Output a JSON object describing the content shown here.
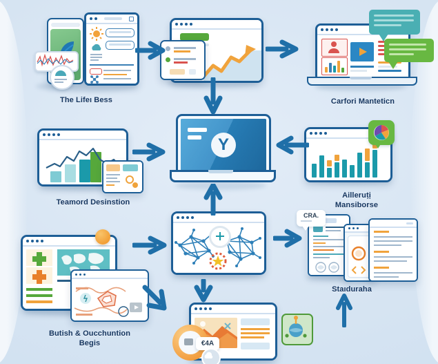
{
  "diagram": {
    "title_present": false,
    "background_color": "#dce8f4",
    "arrow_color": "#1f6fa8",
    "node_border_color": "#1d5e96",
    "labels": {
      "top_left": "The Lifeı Bess",
      "top_right": "Carfori Manteticn",
      "mid_left": "Teamord Desinstion",
      "mid_right_line1": "Ailleruṭị",
      "mid_right_line2": "Mansiborse",
      "bottom_left_line1": "Butish & Oucchuntion",
      "bottom_left_line2": "Begis",
      "bottom_right": "Staıduraha"
    },
    "badges": {
      "doc_bubble": "CRA.",
      "media_badge": "€4A",
      "center_logo": "Y"
    },
    "nodes": [
      {
        "id": "node-top-left",
        "name": "data-collection-devices",
        "label": "The Lifeı Bess"
      },
      {
        "id": "node-top-center",
        "name": "growth-analytics-window",
        "label": ""
      },
      {
        "id": "node-top-right",
        "name": "content-laptop-chat",
        "label": "Carfori Manteticn"
      },
      {
        "id": "node-mid-left",
        "name": "chart-dashboard-window",
        "label": "Teamord Desinstion"
      },
      {
        "id": "node-center",
        "name": "central-platform-laptop",
        "label": ""
      },
      {
        "id": "node-mid-right",
        "name": "bar-metrics-window",
        "label": "Ailleruṭị Mansiborse"
      },
      {
        "id": "node-bottom-left",
        "name": "map-research-window",
        "label": "Butish & Oucchuntion Begis"
      },
      {
        "id": "node-bottom-center",
        "name": "network-graph-window",
        "label": ""
      },
      {
        "id": "node-bottom-media",
        "name": "media-publishing-window",
        "label": ""
      },
      {
        "id": "node-bottom-right",
        "name": "documents-stack",
        "label": "Staıduraha"
      }
    ],
    "arrows": [
      {
        "name": "arrow-top-left-to-top-center",
        "direction": "right"
      },
      {
        "name": "arrow-top-center-to-top-right",
        "direction": "right"
      },
      {
        "name": "arrow-top-center-to-center",
        "direction": "down"
      },
      {
        "name": "arrow-mid-left-to-center",
        "direction": "right"
      },
      {
        "name": "arrow-mid-right-to-center",
        "direction": "left"
      },
      {
        "name": "arrow-bottom-center-to-center",
        "direction": "up"
      },
      {
        "name": "arrow-bottom-left-to-bottom-center",
        "direction": "right"
      },
      {
        "name": "arrow-bottom-center-to-documents",
        "direction": "right"
      },
      {
        "name": "arrow-bottom-center-to-media",
        "direction": "down"
      },
      {
        "name": "arrow-media-to-documents",
        "direction": "up"
      }
    ],
    "palette": {
      "blue_dark": "#1d5e96",
      "blue_arrow": "#1f6fa8",
      "teal": "#1b9aaa",
      "teal_light": "#7fcbd4",
      "green": "#56a83b",
      "green_badge": "#68b842",
      "orange": "#f0a33c",
      "orange_deep": "#e8802a",
      "red": "#d9534f",
      "screen_blue": "#2b87c4"
    }
  }
}
